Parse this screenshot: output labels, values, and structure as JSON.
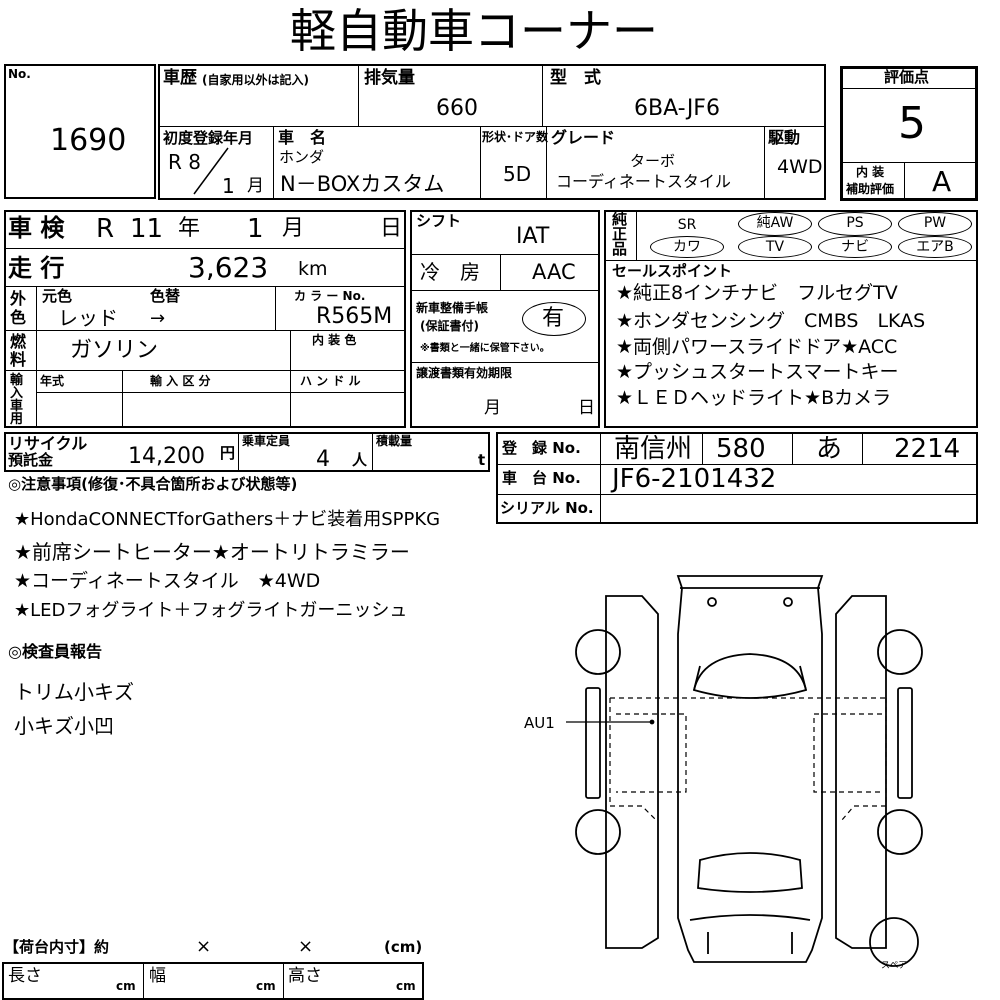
{
  "title": "軽自動車コーナー",
  "lot": {
    "no_label": "No.",
    "number": "1690"
  },
  "history": {
    "label": "車歴",
    "sub": "(自家用以外は記入)"
  },
  "displacement": {
    "label": "排気量",
    "value": "660"
  },
  "model": {
    "label": "型　式",
    "value": "6BA-JF6"
  },
  "score": {
    "label": "評価点",
    "value": "5",
    "interior_label_1": "内 装",
    "interior_label_2": "補助評価",
    "interior_value": "A"
  },
  "first_reg": {
    "label": "初度登録年月",
    "era": "R 8",
    "month": "1",
    "month_unit": "月"
  },
  "car_name": {
    "label": "車　名",
    "maker": "ホンダ",
    "name": "N－BOXカスタム"
  },
  "body": {
    "label": "形状･ドア数",
    "value": "5D"
  },
  "grade": {
    "label": "グレード",
    "line1": "ターボ",
    "line2": "コーディネートスタイル"
  },
  "drive": {
    "label": "駆動",
    "value": "4WD"
  },
  "inspection": {
    "label": "車 検",
    "era": "R",
    "year": "11",
    "year_unit": "年",
    "month": "1",
    "month_unit": "月",
    "day_unit": "日"
  },
  "shift": {
    "label": "シフト",
    "value": "IAT"
  },
  "mileage": {
    "label": "走 行",
    "value": "3,623",
    "unit": "km"
  },
  "aircon": {
    "label": "冷　房",
    "value": "AAC"
  },
  "color": {
    "side_label": "外色",
    "orig_label": "元色",
    "change_label": "色替",
    "value": "レッド",
    "arrow": "→",
    "code_label": "カ ラ ー No.",
    "code": "R565M",
    "interior_label": "内 装 色"
  },
  "fuel": {
    "label": "燃料",
    "value": "ガソリン"
  },
  "warranty": {
    "label_1": "新車整備手帳",
    "label_2": "(保証書付)",
    "value": "有",
    "note": "※書類と一緒に保管下さい。"
  },
  "import": {
    "label": "輸入車用",
    "year_label": "年式",
    "class_label": "輸 入 区 分",
    "handle_label": "ハ ン ド ル"
  },
  "transfer": {
    "label": "譲渡書類有効期限",
    "month_unit": "月",
    "day_unit": "日"
  },
  "equipment": {
    "label": "純正品",
    "items": [
      {
        "text": "SR",
        "circled": false
      },
      {
        "text": "純AW",
        "circled": true
      },
      {
        "text": "PS",
        "circled": false
      },
      {
        "text": "PW",
        "circled": false
      },
      {
        "text": "カワ",
        "circled": false
      },
      {
        "text": "TV",
        "circled": true
      },
      {
        "text": "ナビ",
        "circled": true
      },
      {
        "text": "エアB",
        "circled": true
      }
    ]
  },
  "sales_points": {
    "label": "セールスポイント",
    "lines": [
      "★純正8インチナビ　フルセグTV",
      "★ホンダセンシング　CMBS　LKAS",
      "★両側パワースライドドア★ACC",
      "★プッシュスタートスマートキー",
      "★ＬＥＤヘッドライト★Bカメラ"
    ]
  },
  "recycle": {
    "label_1": "リサイクル",
    "label_2": "預託金",
    "value": "14,200",
    "unit": "円"
  },
  "capacity": {
    "label": "乗車定員",
    "value": "4",
    "unit": "人"
  },
  "load": {
    "label": "積載量",
    "unit": "t"
  },
  "registration": {
    "label": "登　録 No.",
    "area": "南信州",
    "class_no": "580",
    "kana": "あ",
    "number": "2214"
  },
  "chassis": {
    "label": "車　台 No.",
    "value": "JF6-2101432"
  },
  "serial": {
    "label": "シリアル No."
  },
  "notes": {
    "label": "◎注意事項(修復･不具合箇所および状態等)",
    "lines": [
      "★HondaCONNECTforGathers＋ナビ装着用SPPKG",
      "★前席シートヒーター★オートリトラミラー",
      "★コーディネートスタイル　★4WD",
      "★LEDフォグライト＋フォグライトガーニッシュ"
    ]
  },
  "inspector": {
    "label": "◎検査員報告",
    "lines": [
      "トリム小キズ",
      "小キズ小凹"
    ]
  },
  "diagram": {
    "marker": "AU1",
    "spare_label": "スペア"
  },
  "cargo": {
    "label": "【荷台内寸】約",
    "x1": "×",
    "x2": "×",
    "unit": "(cm)",
    "length_label": "長さ",
    "width_label": "幅",
    "height_label": "高さ",
    "cm": "cm"
  }
}
